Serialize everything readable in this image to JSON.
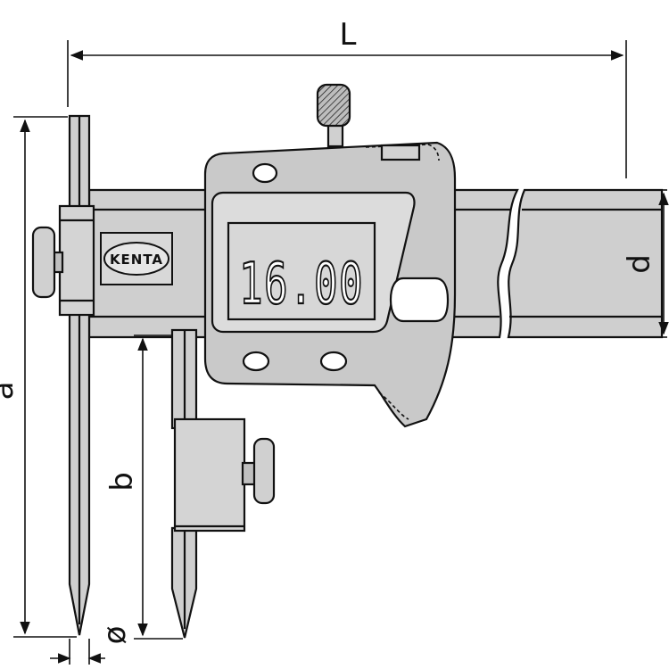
{
  "brand": "KENTA",
  "display": {
    "reading": "16.00"
  },
  "dimensions": {
    "length": "L",
    "height": "a",
    "depth": "b",
    "beam": "d",
    "tip": "ø"
  },
  "colors": {
    "body": "#c9c9c9",
    "body_light": "#e2e2e2",
    "lcd": "#d7d7d7",
    "outline": "#111111",
    "background": "#ffffff"
  }
}
